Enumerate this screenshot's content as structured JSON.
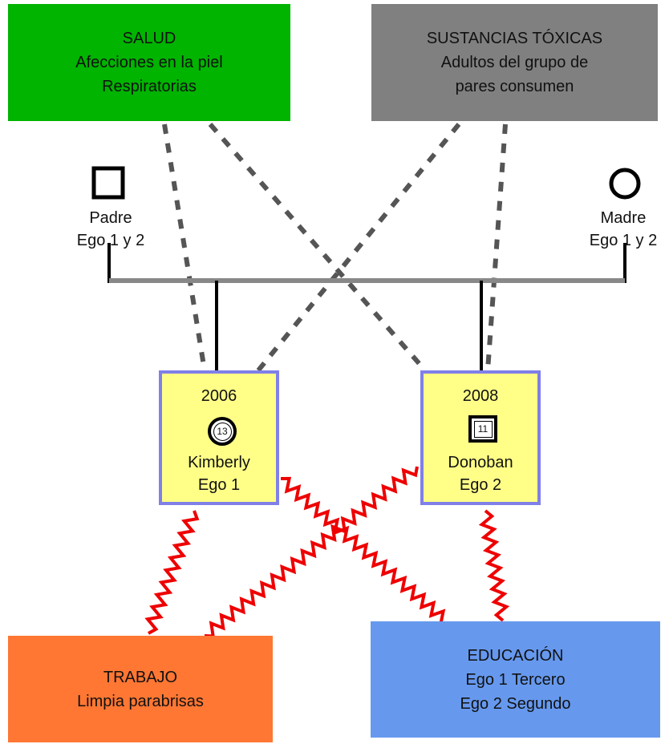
{
  "colors": {
    "salud": "#00b400",
    "sustancias": "#808080",
    "trabajo": "#ff7733",
    "educacion": "#6699ee",
    "child_fill": "#ffff88",
    "child_border": "#8080e8",
    "conflict_line": "#ee0000",
    "dotted_line": "#555555",
    "marriage_line": "#888888"
  },
  "boxes": {
    "salud": {
      "line1": "SALUD",
      "line2": "Afecciones en la piel",
      "line3": "Respiratorias"
    },
    "sustancias": {
      "line1": "SUSTANCIAS TÓXICAS",
      "line2": "Adultos del grupo de",
      "line3": "pares consumen"
    },
    "trabajo": {
      "line1": "TRABAJO",
      "line2": "Limpia parabrisas"
    },
    "educacion": {
      "line1": "EDUCACIÓN",
      "line2": "Ego 1 Tercero",
      "line3": "Ego 2 Segundo"
    }
  },
  "parents": {
    "padre": {
      "name": "Padre",
      "role": "Ego 1 y 2",
      "symbol": "square-icon"
    },
    "madre": {
      "name": "Madre",
      "role": "Ego 1 y  2",
      "symbol": "circle-icon"
    }
  },
  "children": {
    "kimberly": {
      "year": "2006",
      "age": "13",
      "name": "Kimberly",
      "role": "Ego 1",
      "symbol": "circle-icon"
    },
    "donoban": {
      "year": "2008",
      "age": "11",
      "name": "Donoban",
      "role": "Ego 2",
      "symbol": "square-icon"
    }
  }
}
